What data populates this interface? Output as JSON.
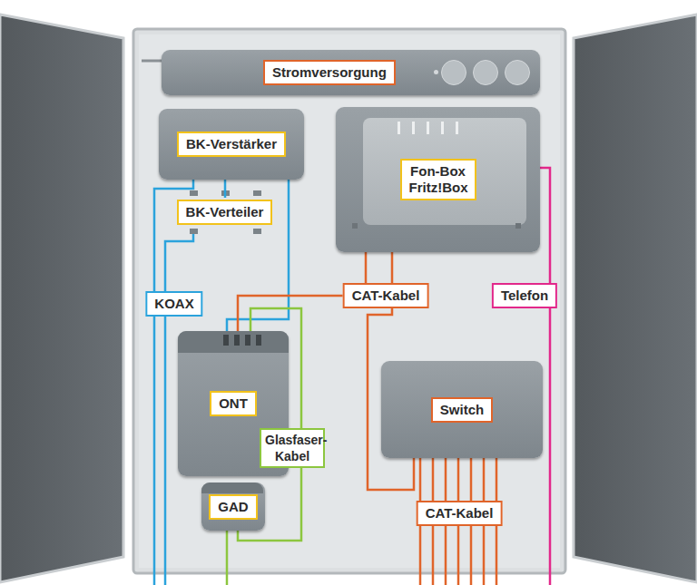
{
  "diagram": {
    "nodes": [
      {
        "text": [
          "Stromversorgung"
        ]
      },
      {
        "text": [
          "BK-Verstärker"
        ]
      },
      {
        "text": [
          "Fon-Box Fritz!Box"
        ]
      },
      {
        "text": [
          "BK-Verteiler"
        ]
      },
      {
        "text": [
          "ONT"
        ]
      },
      {
        "text": [
          "Switch"
        ]
      },
      {
        "text": [
          "GAD"
        ]
      }
    ],
    "edges": [
      {
        "from": 1,
        "to": 3,
        "arrow": "none"
      },
      {
        "from": 1,
        "to": 4,
        "arrow": "none"
      },
      {
        "from": 2,
        "to": 4,
        "label": "CAT-Kabel",
        "arrow": "none"
      },
      {
        "from": 2,
        "to": 5,
        "arrow": "none"
      },
      {
        "from": 4,
        "to": 6,
        "label": "Glasfaser-Kabel",
        "arrow": "none"
      }
    ],
    "labels": [
      "KOAX",
      "Telefon",
      "CAT-Kabel"
    ]
  }
}
